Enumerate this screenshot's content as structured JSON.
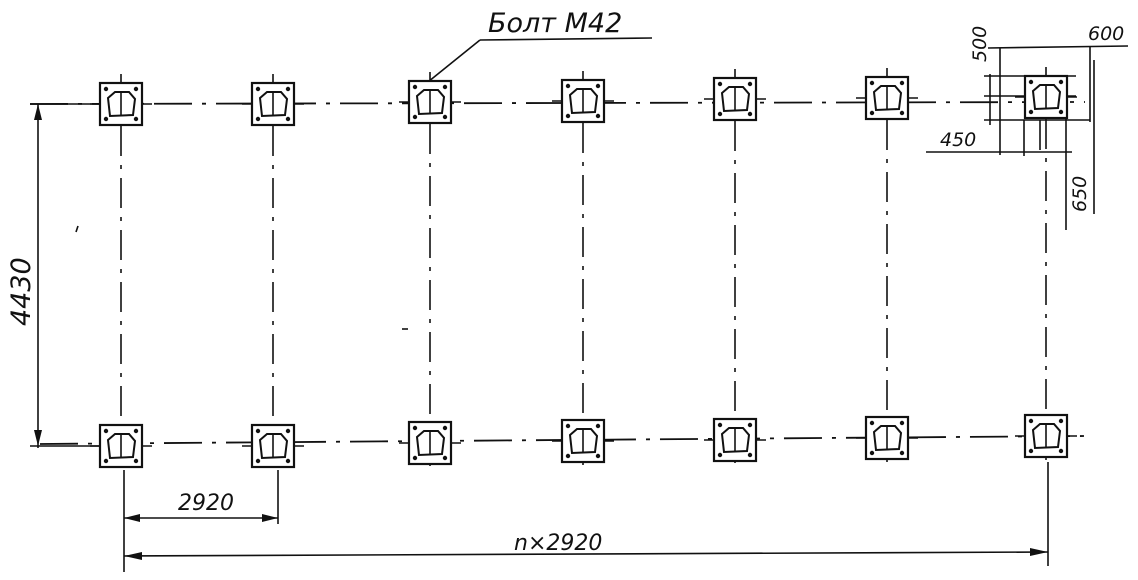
{
  "labels": {
    "bolt": "Болт М42",
    "row_spacing": "4430",
    "column_spacing": "2920",
    "total_length": "n×2920",
    "plate_top": "500",
    "plate_right_top": "600",
    "plate_left": "450",
    "plate_right_side": "650"
  },
  "layout": {
    "columns": 7,
    "rows": 2
  }
}
